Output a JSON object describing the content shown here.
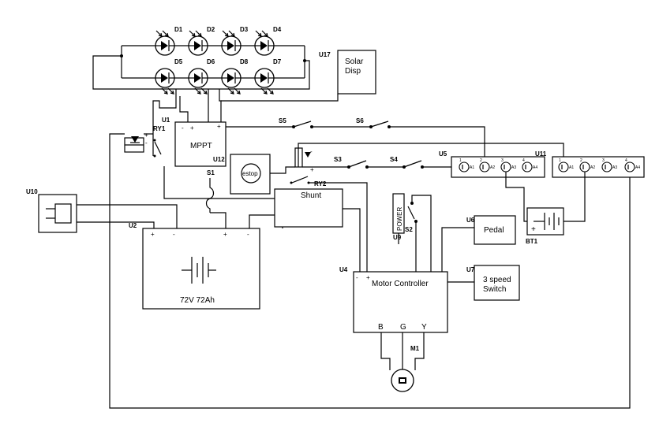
{
  "diagram": {
    "leds": {
      "top": [
        "D1",
        "D2",
        "D3",
        "D4"
      ],
      "bottom": [
        "D5",
        "D6",
        "D8",
        "D7"
      ]
    },
    "components": {
      "U17": {
        "ref": "U17",
        "label_line1": "Solar",
        "label_line2": "Disp"
      },
      "U1": {
        "ref": "U1",
        "label": "MPPT",
        "minus": "-",
        "plus": "+"
      },
      "RY1": {
        "ref": "RY1",
        "plus": "+",
        "minus": "-"
      },
      "RY2": {
        "ref": "RY2",
        "plus": "+",
        "minus": "-"
      },
      "U12": {
        "ref": "U12",
        "label": "estop"
      },
      "S1": {
        "ref": "S1"
      },
      "S2": {
        "ref": "S2"
      },
      "S3": {
        "ref": "S3"
      },
      "S4": {
        "ref": "S4"
      },
      "S5": {
        "ref": "S5"
      },
      "S6": {
        "ref": "S6"
      },
      "Shunt": {
        "label": "Shunt"
      },
      "U10": {
        "ref": "U10"
      },
      "U2": {
        "ref": "U2",
        "label": "72V 72Ah",
        "p1": "+",
        "m1": "-",
        "p2": "+",
        "m2": "-"
      },
      "U5": {
        "ref": "U5",
        "pins": [
          "1",
          "2",
          "3",
          "4"
        ],
        "pin_labels": [
          "A1",
          "A2",
          "A3",
          "A4"
        ]
      },
      "U11": {
        "ref": "U11",
        "pins": [
          "1",
          "2",
          "3",
          "4"
        ],
        "pin_labels": [
          "A1",
          "A2",
          "A3",
          "A4"
        ]
      },
      "U9": {
        "ref": "U9",
        "label": "POWER"
      },
      "U6": {
        "ref": "U6",
        "label": "Pedal"
      },
      "BT1": {
        "ref": "BT1",
        "plus": "+"
      },
      "U4": {
        "ref": "U4",
        "label": "Motor Controller",
        "minus": "-",
        "plus": "+",
        "b": "B",
        "g": "G",
        "y": "Y"
      },
      "U7": {
        "ref": "U7",
        "label_line1": "3 speed",
        "label_line2": "Switch"
      },
      "M1": {
        "ref": "M1"
      }
    }
  }
}
